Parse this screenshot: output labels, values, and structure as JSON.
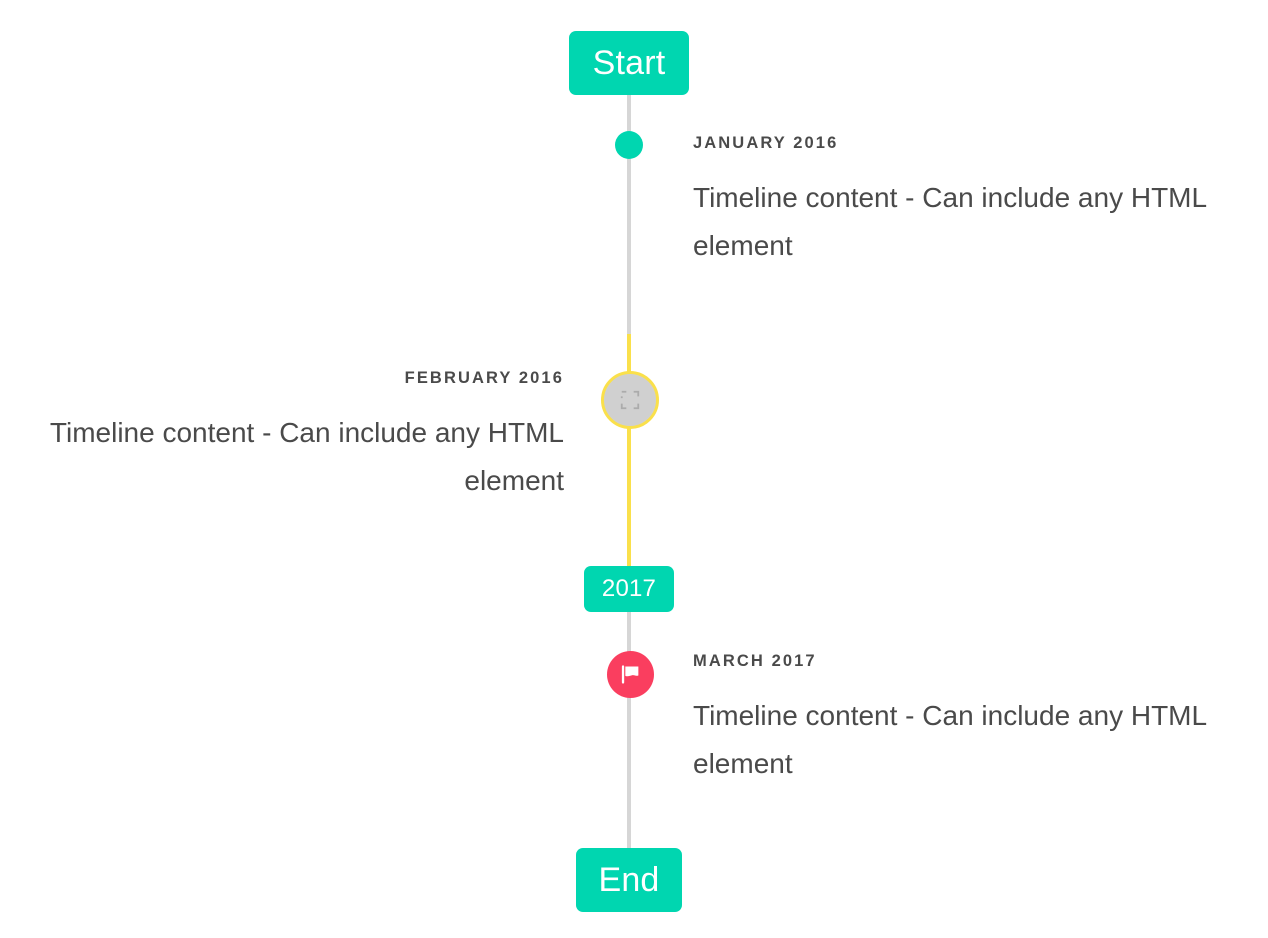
{
  "theme": {
    "accent": "#00d6b0",
    "line": "#d6d6d6",
    "highlight_line": "#fae04b",
    "flag_badge": "#fa3e5f",
    "text": "#4a4a4a",
    "background": "#ffffff"
  },
  "timeline": {
    "start_cap_label": "Start",
    "end_cap_label": "End",
    "mid_cap_label": "2017",
    "events": [
      {
        "date": "JANUARY 2016",
        "body": "Timeline content - Can include any HTML element",
        "side": "right",
        "marker": "dot-icon"
      },
      {
        "date": "FEBRUARY 2016",
        "body": "Timeline content - Can include any HTML element",
        "side": "left",
        "marker": "broken-image-icon"
      },
      {
        "date": "MARCH 2017",
        "body": "Timeline content - Can include any HTML element",
        "side": "right",
        "marker": "flag-icon"
      }
    ]
  }
}
